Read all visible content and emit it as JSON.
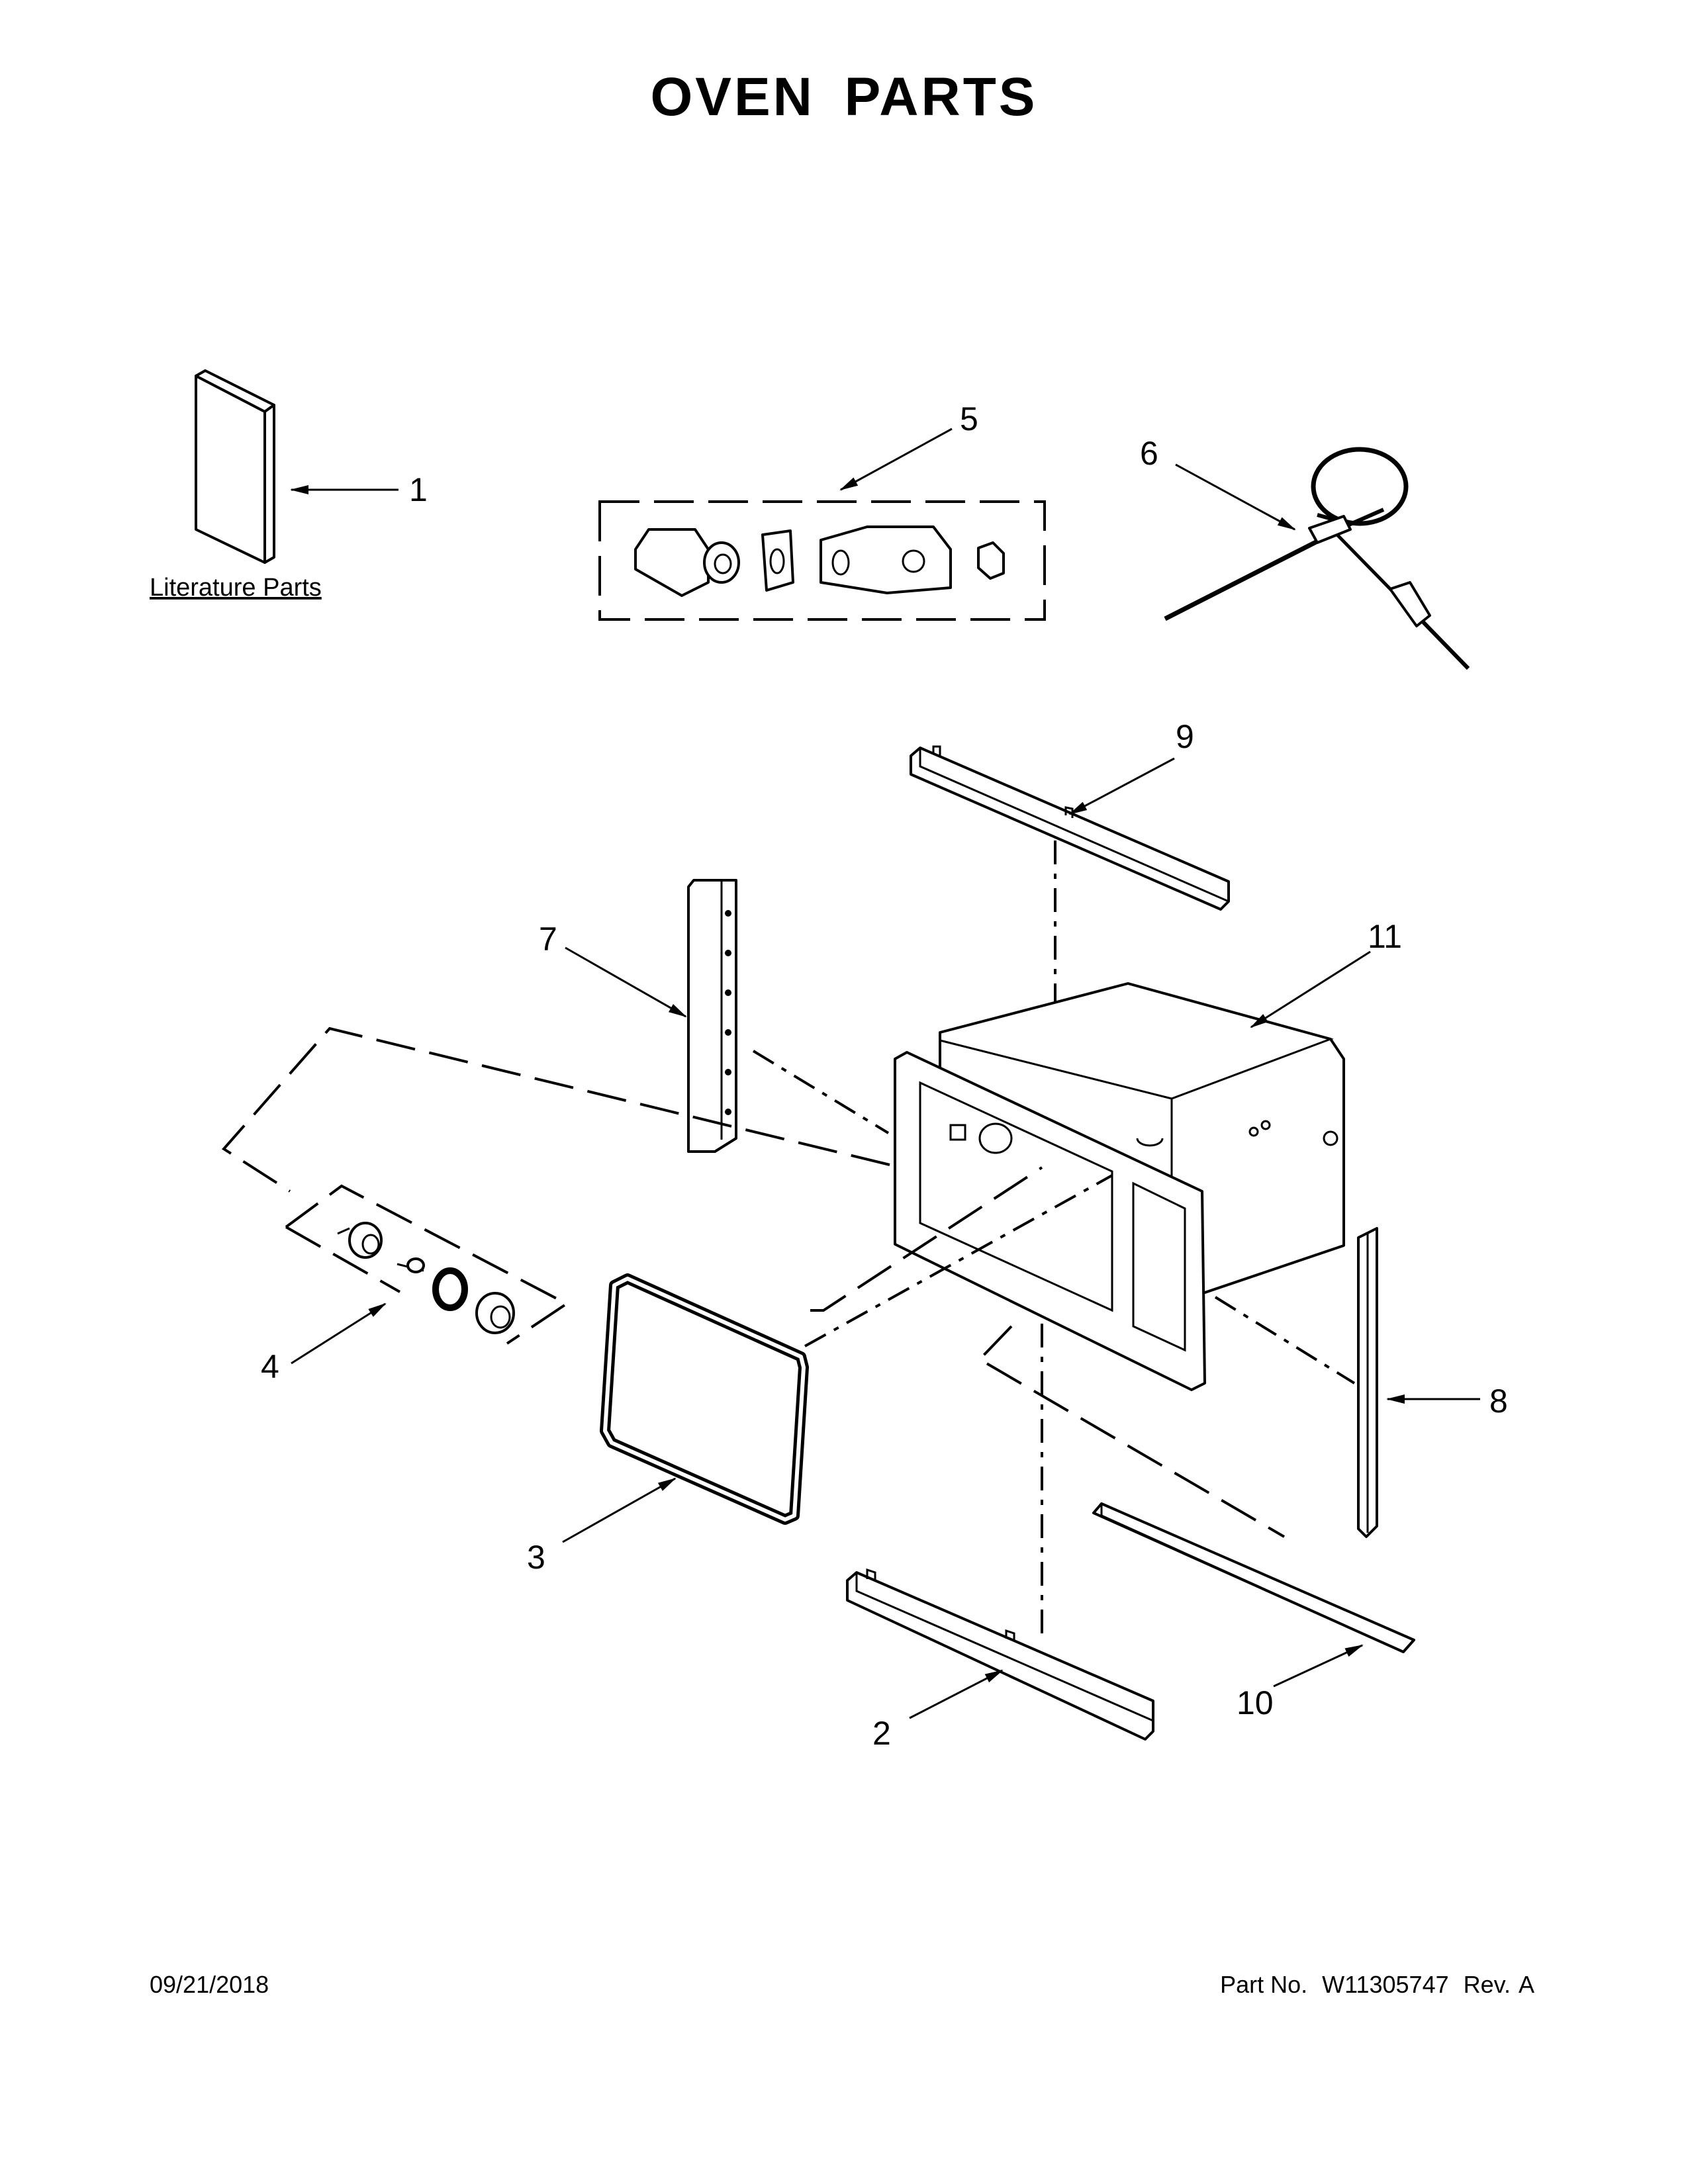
{
  "page": {
    "title": "OVEN PARTS",
    "literature_label": "Literature Parts",
    "date": "09/21/2018",
    "part_no_label": "Part No.",
    "part_no": "W11305747",
    "rev_label": "Rev.",
    "rev": "A"
  },
  "callouts": {
    "c1": "1",
    "c2": "2",
    "c3": "3",
    "c4": "4",
    "c5": "5",
    "c6": "6",
    "c7": "7",
    "c8": "8",
    "c9": "9",
    "c10": "10",
    "c11": "11"
  }
}
